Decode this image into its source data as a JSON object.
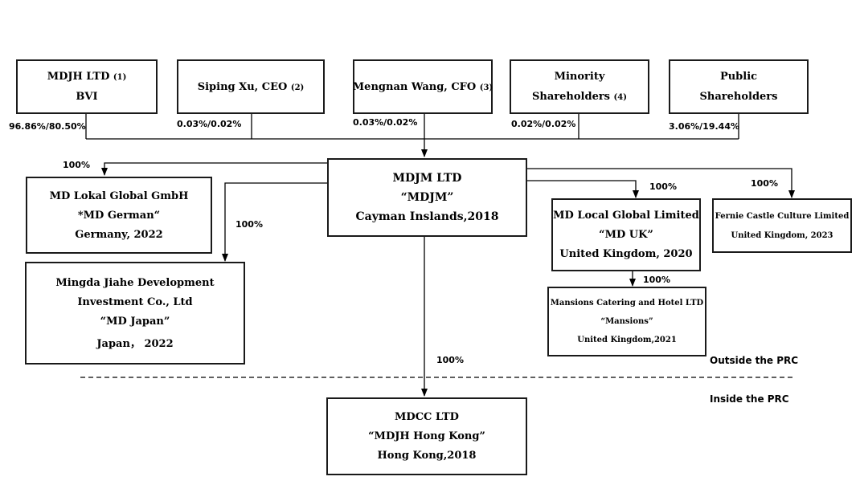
{
  "shareholders": [
    {
      "line1": "MDJH LTD",
      "note": "(1)",
      "line2": "BVI",
      "pct": "96.86%/80.50%"
    },
    {
      "line1": "Siping Xu, CEO",
      "note": "(2)",
      "line2": "",
      "pct": "0.03%/0.02%"
    },
    {
      "line1": "Mengnan Wang, CFO",
      "note": "(3)",
      "line2": "",
      "pct": "0.03%/0.02%"
    },
    {
      "line1": "Minority",
      "note": "",
      "line2": "Shareholders",
      "note2": "(4)",
      "pct": "0.02%/0.02%"
    },
    {
      "line1": "Public",
      "note": "",
      "line2": "Shareholders",
      "pct": "3.06%/19.44%"
    }
  ],
  "holding": {
    "line1": "MDJM LTD",
    "line2": "“MDJM”",
    "line3": "Cayman Inslands,2018"
  },
  "subsidiaries": {
    "md_german": {
      "line1": "MD Lokal Global GmbH",
      "line2": "*MD German“",
      "line3": "Germany, 2022",
      "pct": "100%"
    },
    "md_japan": {
      "line1": "Mingda Jiahe Development",
      "line2": "Investment Co., Ltd",
      "line3": "“MD Japan”",
      "line4": "Japan， 2022",
      "pct": "100%"
    },
    "md_uk": {
      "line1": "MD Local Global Limited",
      "line2": "“MD UK”",
      "line3": "United Kingdom, 2020",
      "pct": "100%"
    },
    "fernie": {
      "line1": "Fernie Castle Culture Limited",
      "line2": "United Kingdom, 2023",
      "pct": "100%"
    },
    "mansions": {
      "line1": "Mansions Catering and Hotel LTD",
      "line2": "“Mansions”",
      "line3": "United Kingdom,2021",
      "pct": "100%"
    },
    "mdcc": {
      "line1": "MDCC LTD",
      "line2": "“MDJH Hong Kong”",
      "line3": "Hong Kong,2018",
      "pct": "100%"
    }
  },
  "zones": {
    "outside": "Outside the PRC",
    "inside": "Inside the PRC"
  }
}
